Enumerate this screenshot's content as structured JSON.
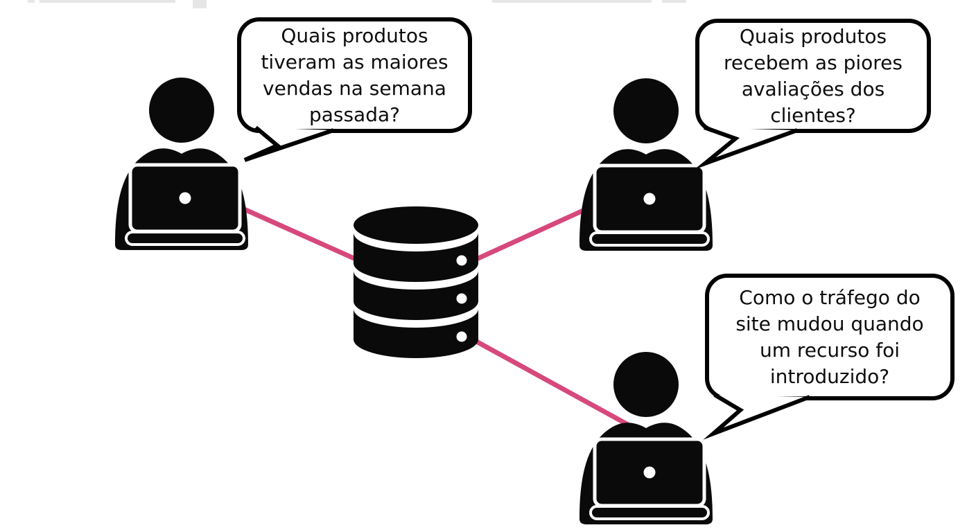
{
  "page": {
    "background": "#ffffff"
  },
  "colors": {
    "icon_black": "#0a0a0a",
    "connector_pink": "#d6497d",
    "bubble_border": "#000000",
    "bubble_fill": "#ffffff"
  },
  "bubbles": [
    {
      "id": "top-left",
      "text": "Quais produtos\ntiveram as maiores\nvendas na semana\npassada?"
    },
    {
      "id": "top-right",
      "text": "Quais produtos\nrecebem as piores\navaliações dos\nclientes?"
    },
    {
      "id": "bottom-right",
      "text": "Como o tráfego do\nsite mudou quando\num recurso foi\nintroduzido?"
    }
  ],
  "icons": {
    "database": {
      "name": "database-icon"
    },
    "users": [
      {
        "name": "user-laptop-icon-top-left"
      },
      {
        "name": "user-laptop-icon-top-right"
      },
      {
        "name": "user-laptop-icon-bottom-right"
      }
    ]
  }
}
